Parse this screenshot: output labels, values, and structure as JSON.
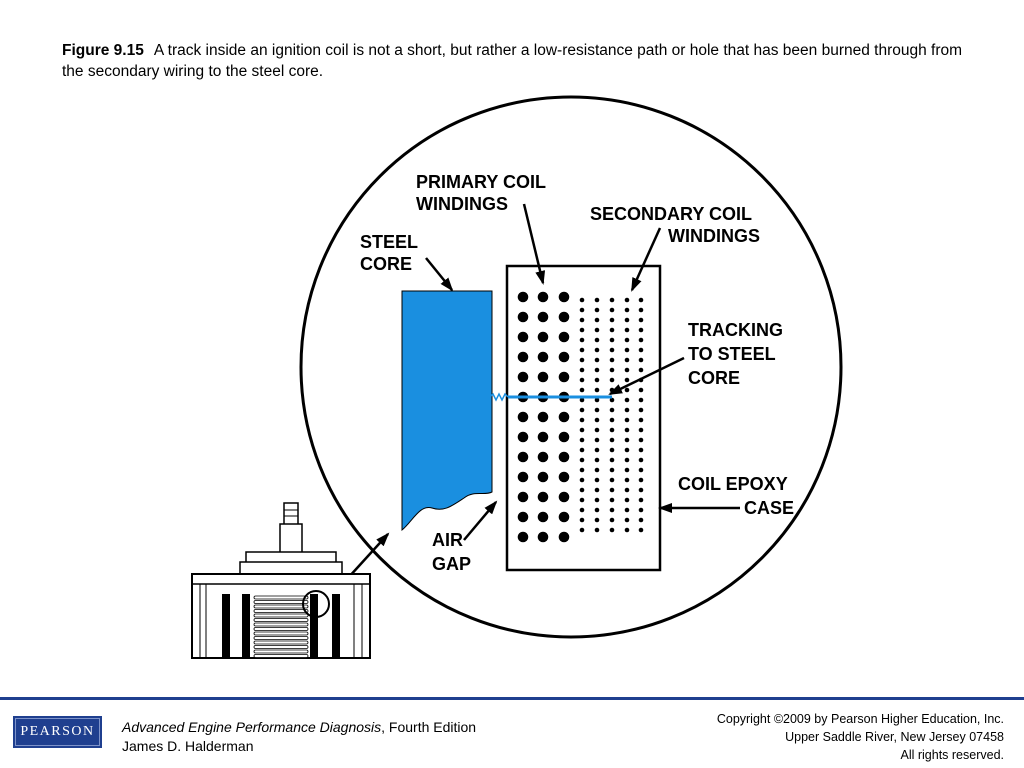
{
  "caption": {
    "figure_label": "Figure 9.15",
    "text": "A track inside an ignition coil is not a short, but rather a low-resistance path or hole that has been burned through from the secondary wiring to the steel core."
  },
  "diagram": {
    "labels": {
      "primary_1": "PRIMARY COIL",
      "primary_2": "WINDINGS",
      "secondary_1": "SECONDARY COIL",
      "secondary_2": "WINDINGS",
      "steel_1": "STEEL",
      "steel_2": "CORE",
      "tracking_1": "TRACKING",
      "tracking_2": "TO STEEL",
      "tracking_3": "CORE",
      "epoxy_1": "COIL EPOXY",
      "epoxy_2": "CASE",
      "air_1": "AIR",
      "air_2": "GAP"
    },
    "colors": {
      "steel_core": "#1a8fe0",
      "line": "#000000"
    }
  },
  "footer": {
    "logo": "PEARSON",
    "book_title": "Advanced Engine Performance Diagnosis",
    "book_edition": ", Fourth Edition",
    "author": "James D. Halderman",
    "copyright_1": "Copyright ©2009 by Pearson Higher Education, Inc.",
    "copyright_2": "Upper Saddle River, New Jersey 07458",
    "copyright_3": "All rights reserved."
  }
}
